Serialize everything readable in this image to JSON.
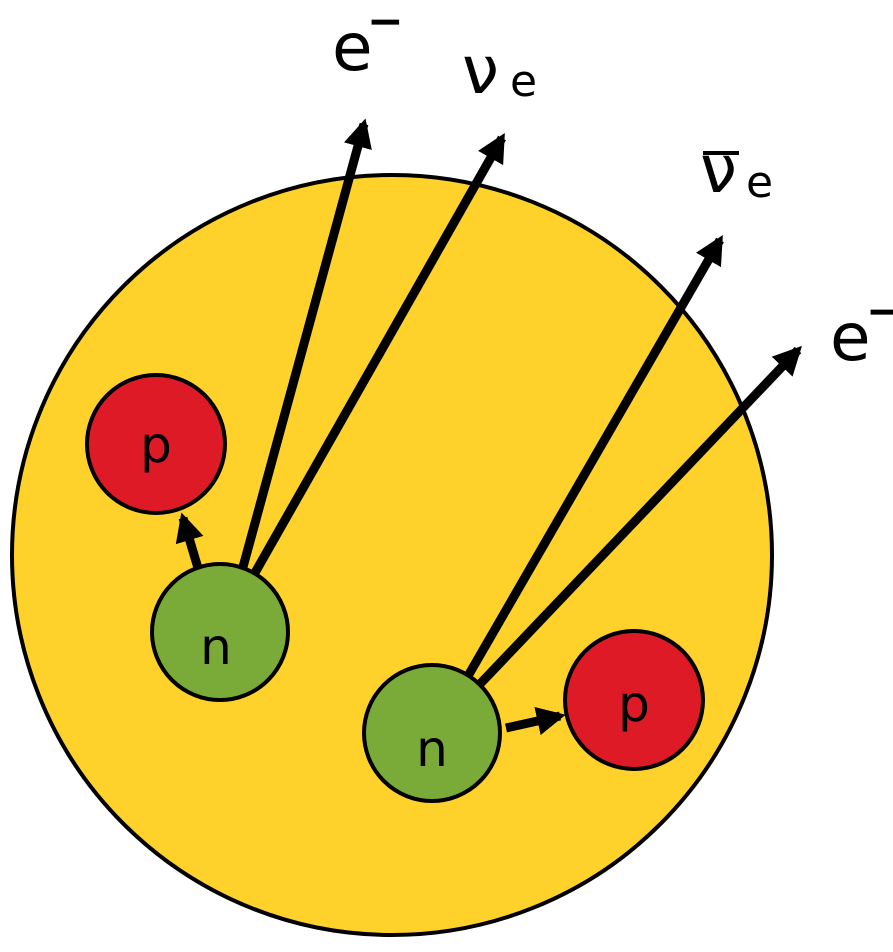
{
  "colors": {
    "nucleus": "#FFD12B",
    "neutron": "#7AAB38",
    "proton": "#DF1A27",
    "outline": "#000000"
  },
  "nucleons": {
    "proton_left": "p",
    "neutron_left": "n",
    "neutron_right": "n",
    "proton_right": "p"
  },
  "particles": {
    "electron_left": {
      "base": "e",
      "superscript": "−"
    },
    "neutrino": {
      "base": "ν",
      "subscript": "e"
    },
    "antineutrino": {
      "base": "ν",
      "subscript": "e"
    },
    "electron_right": {
      "base": "e",
      "superscript": "−"
    }
  }
}
